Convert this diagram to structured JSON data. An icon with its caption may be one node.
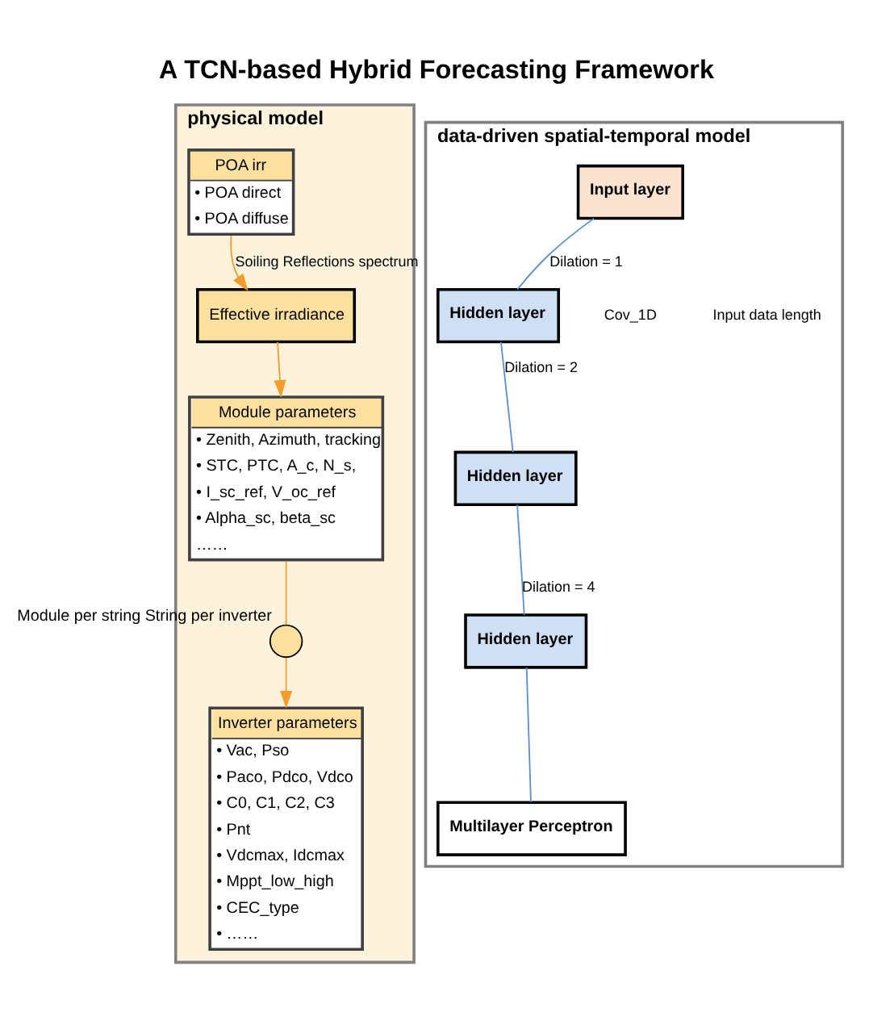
{
  "diagram": {
    "title": "A TCN-based Hybrid Forecasting Framework",
    "nodes": [
      {
        "text": [
          "physical model"
        ]
      },
      {
        "text": [
          "POA irr",
          "• POA direct",
          "• POA diffuse"
        ],
        "in": 0
      },
      {
        "text": [
          "Effective irradiance"
        ],
        "in": 0
      },
      {
        "text": [
          "Module parameters",
          "• Zenith, Azimuth, tracking",
          "• STC, PTC, A_c, N_s,",
          "• I_sc_ref, V_oc_ref",
          "• Alpha_sc, beta_sc",
          "……"
        ],
        "in": 0
      },
      {
        "text": [],
        "shape": "circle",
        "in": 0,
        "beside": [
          "Module per string String per inverter"
        ]
      },
      {
        "text": [
          "Inverter parameters",
          "• Vac, Pso",
          "• Paco, Pdco, Vdco",
          "• C0, C1, C2, C3",
          "• Pnt",
          "• Vdcmax, Idcmax",
          "• Mppt_low_high",
          "• CEC_type",
          "• ……"
        ],
        "in": 0
      },
      {
        "text": [
          "data-driven spatial-temporal model"
        ]
      },
      {
        "text": [
          "Input layer"
        ],
        "in": 6
      },
      {
        "text": [
          "Hidden layer"
        ],
        "in": 6
      },
      {
        "text": [
          "Hidden layer"
        ],
        "in": 6
      },
      {
        "text": [
          "Hidden layer"
        ],
        "in": 6
      },
      {
        "text": [
          "Multilayer Perceptron"
        ],
        "in": 6
      }
    ],
    "edges": [
      {
        "from": 1,
        "to": 2,
        "arrow": "to",
        "label": "Soiling Reflections spectrum"
      },
      {
        "from": 2,
        "to": 3,
        "arrow": "to"
      },
      {
        "from": 3,
        "to": 4,
        "arrow": "none"
      },
      {
        "from": 4,
        "to": 5,
        "arrow": "to"
      },
      {
        "from": 7,
        "to": 8,
        "arrow": "none",
        "label": "Dilation = 1",
        "color": "#5b8fd0"
      },
      {
        "from": 8,
        "to": 9,
        "arrow": "none",
        "label": "Dilation = 2",
        "color": "#5b8fd0"
      },
      {
        "from": 9,
        "to": 10,
        "arrow": "none",
        "label": "Dilation = 4",
        "color": "#5b8fd0"
      },
      {
        "from": 10,
        "to": 11,
        "arrow": "none",
        "color": "#5b8fd0"
      }
    ],
    "labels": [
      "Cov_1D",
      "Input data length"
    ]
  }
}
